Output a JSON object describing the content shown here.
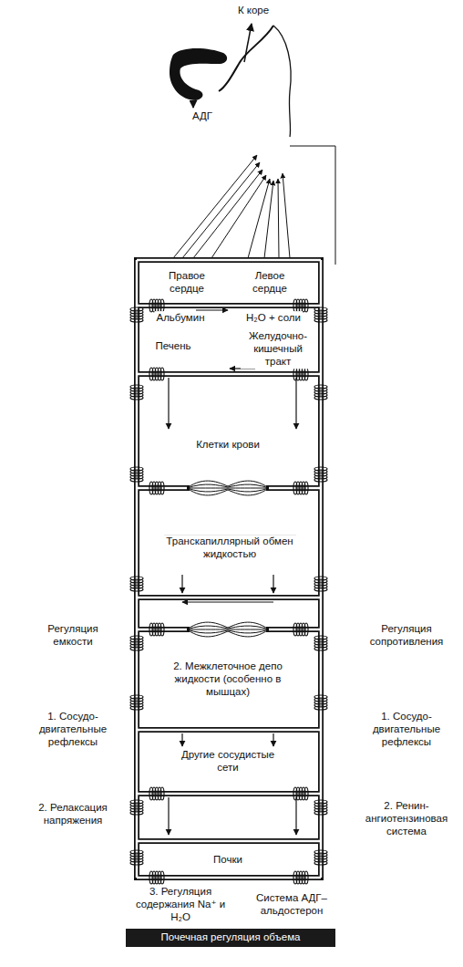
{
  "diagram": {
    "nodes": [
      {
        "text": [
          "Почечная регуляция объема"
        ]
      }
    ],
    "labels": [
      "К коре",
      "АДГ",
      "Правое сердце",
      "Левое сердце",
      "Альбумин",
      "H₂O + соли",
      "Печень",
      "Желудочно-кишечный тракт",
      "Клетки крови",
      "Транскапиллярный обмен жидкостью",
      "Регуляция емкости",
      "Регуляция сопротивления",
      "2. Межклеточное депо жидкости (особенно в мышцах)",
      "1. Сосудо-двигательные рефлексы",
      "1. Сосудо-двигательные рефлексы",
      "Другие сосудистые сети",
      "2. Релаксация напряжения",
      "2. Ренин-ангиотензиновая система",
      "Почки",
      "3. Регуляция содержания Na⁺ и H₂O",
      "Система АДГ–альдостерон"
    ]
  }
}
